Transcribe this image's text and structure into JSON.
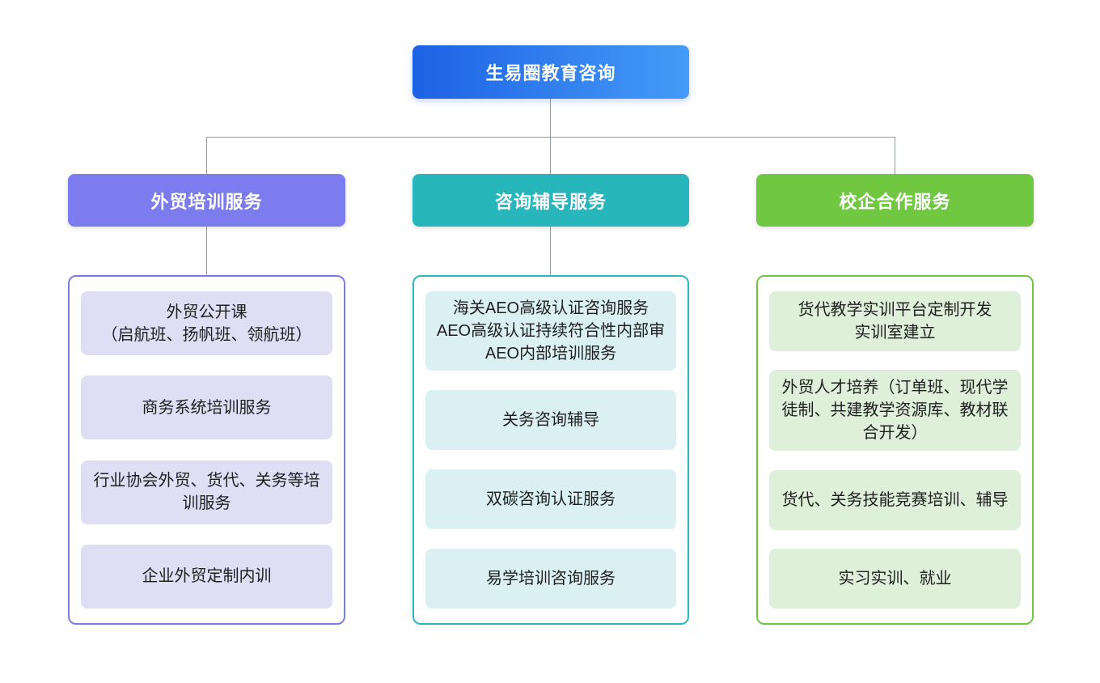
{
  "root": {
    "label": "生易圈教育咨询",
    "gradient_start": "#1C62E6",
    "gradient_end": "#459BF7"
  },
  "connector_color": "#919BA7",
  "columns": [
    {
      "header": "外贸培训服务",
      "header_color": "#7C7CEE",
      "border_color": "#7B7BEB",
      "item_bg": "#DFDEF5",
      "items": [
        {
          "lines": [
            "外贸公开课",
            "（启航班、扬帆班、领航班）"
          ]
        },
        {
          "lines": [
            "商务系统培训服务"
          ]
        },
        {
          "lines": [
            "行业协会外贸、货代、关务等培训服务"
          ]
        },
        {
          "lines": [
            "企业外贸定制内训"
          ]
        }
      ]
    },
    {
      "header": "咨询辅导服务",
      "header_color": "#27B6BC",
      "border_color": "#2BB9BF",
      "item_bg": "#DBF0F3",
      "items": [
        {
          "lines": [
            "海关AEO高级认证咨询服务",
            "AEO高级认证持续符合性内部审",
            "AEO内部培训服务"
          ]
        },
        {
          "lines": [
            "关务咨询辅导"
          ]
        },
        {
          "lines": [
            "双碳咨询认证服务"
          ]
        },
        {
          "lines": [
            "易学培训咨询服务"
          ]
        }
      ]
    },
    {
      "header": "校企合作服务",
      "header_color": "#70C841",
      "border_color": "#6FC744",
      "item_bg": "#DEEFDA",
      "items": [
        {
          "lines": [
            "货代教学实训平台定制开发",
            "实训室建立"
          ]
        },
        {
          "lines": [
            "外贸人才培养（订单班、现代学徒制、共建教学资源库、教材联合开发）"
          ]
        },
        {
          "lines": [
            "货代、关务技能竞赛培训、辅导"
          ]
        },
        {
          "lines": [
            "实习实训、就业"
          ]
        }
      ]
    }
  ]
}
